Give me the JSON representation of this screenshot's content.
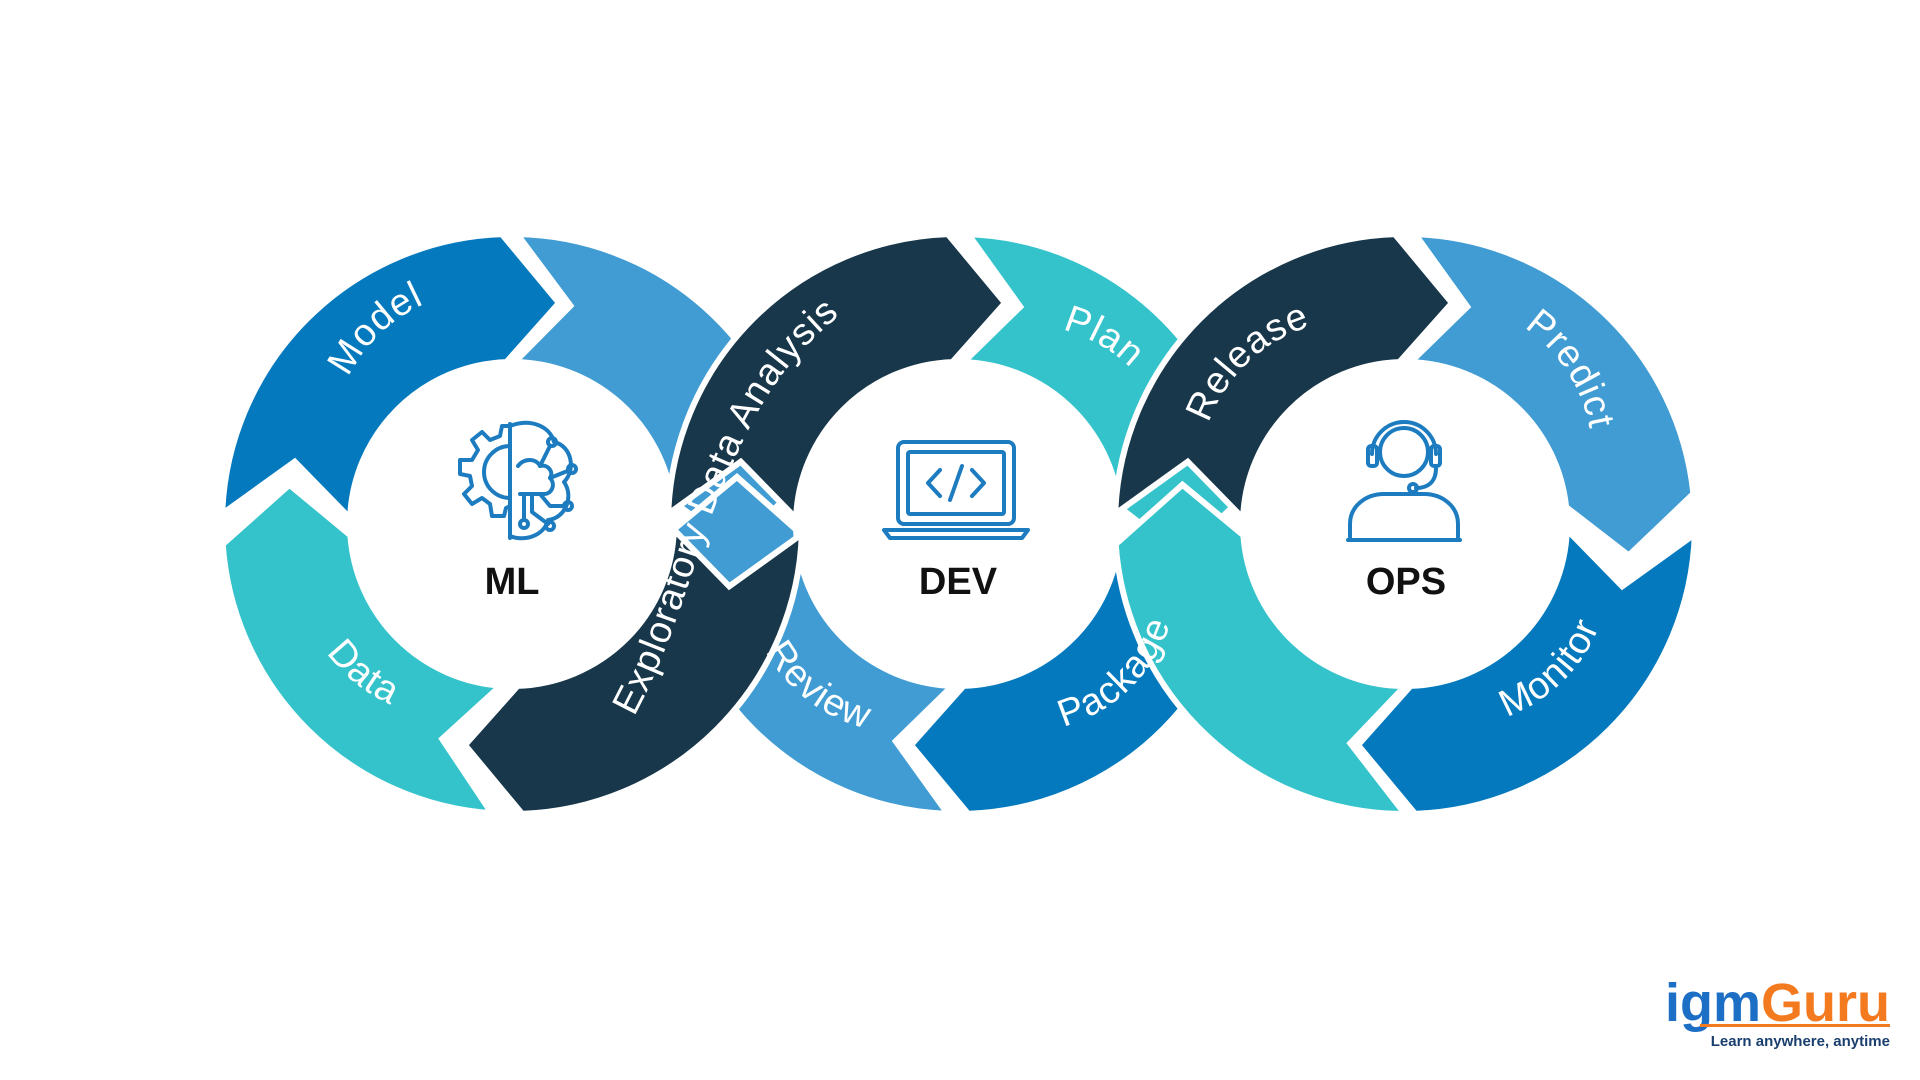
{
  "colors": {
    "teal": "#35c3cb",
    "sky": "#409cd3",
    "blue": "#0479bd",
    "navy": "#18374a",
    "icon": "#1d7cc0",
    "logo_blue": "#1d6fc6",
    "logo_orange": "#f47a20",
    "logo_tag": "#1a3f6e"
  },
  "hubs": {
    "ml": {
      "label": "ML",
      "icon": "brain-gear-icon"
    },
    "dev": {
      "label": "DEV",
      "icon": "laptop-code-icon"
    },
    "ops": {
      "label": "OPS",
      "icon": "support-agent-icon"
    }
  },
  "segments": {
    "model": "Model",
    "data": "Data",
    "eda": "Exploratory  Data Analysis",
    "plan": "Plan",
    "review": "Review",
    "release": "Release",
    "package": "Package",
    "predict": "Predict",
    "monitor": "Monitor"
  },
  "logo": {
    "part1": "igm",
    "part2": "Guru",
    "tagline": "Learn anywhere, anytime"
  }
}
